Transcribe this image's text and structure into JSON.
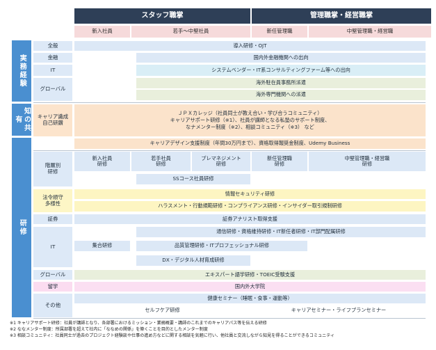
{
  "header": {
    "staff": "スタッフ職掌",
    "management": "管理職掌・経営職掌",
    "new_hire": "新入社員",
    "young_mid": "若手～中堅社員",
    "new_manager": "新任管理職",
    "mid_manager": "中堅管理職・経営職"
  },
  "sections": {
    "practical": "実務経験",
    "knowledge": "知の共有",
    "training": "研修"
  },
  "practical": {
    "general_label": "全般",
    "general_bar": "導入研修・OJT",
    "finance_label": "金融",
    "finance_bar": "国内外金融機関への出向",
    "it_label": "IT",
    "it_bar": "システムベンダー・IT系コンサルティングファーム等への出向",
    "global_label": "グローバル",
    "global_bar1": "海外駐在員事務所派遣",
    "global_bar2": "海外専門機関への派遣"
  },
  "knowledge": {
    "label": "キャリア識成\n自己研鑽",
    "line1": "ＪＰＸカレッジ（社員同士が教え合い・学び合うコミュニティ）",
    "line2": "キャリアサポート研修（※1）、社員が講師となる私塾のサポート制度、",
    "line3": "なナメンター制度（※2）、相談コミュニティ（※3） など",
    "bar2": "キャリアデザイン支援制度（年間30万円まで）、資格取得報奨金制度、Udemy Business"
  },
  "training": {
    "tier_label": "階層別\n研修",
    "tier_new": "新入社員\n研修",
    "tier_young": "若手社員\n研修",
    "tier_pre": "プレマネジメント\n研修",
    "tier_newmgr": "新任管理職\n研修",
    "tier_midmgr": "中堅管理職・経営職\n研修",
    "ss_course": "SSコース社員研修",
    "compliance_label": "法令順守\n多様性",
    "infosec": "情報セキュリティ研修",
    "harassment": "ハラスメント・行動規範研修・コンプライアンス研修・インサイダー取引規制研修",
    "securities_label": "証券",
    "securities_bar": "証券アナリスト取得支援",
    "it_label": "IT",
    "it_bar1": "通信研修・資格維持研修・IT新任者研修・IT部門配属研修",
    "it_group": "集合研修",
    "it_bar2": "品質管理研修・ITプロフェッショナル研修",
    "it_bar3": "DX・デジタル人材育成研修",
    "global_label": "グローバル",
    "global_bar": "エキスパート語学研修・TOEIC受験支援",
    "study_label": "留学",
    "study_bar": "国内外大学院",
    "other_label": "その他",
    "other_bar1": "健康セミナー（睡眠・食事・運動等）",
    "other_bar2": "セルフケア研修",
    "other_bar3": "キャリアセミナー・ライフプランセミナー"
  },
  "notes": {
    "n1": "※1 キャリアサポート研修：社員が講師となり、各部署におけるミッション・業務概要・講師のこれまでのキャリアパス等を伝える研修",
    "n2": "※2 ななメンター制度：所属部署を超えて社内に「ななめの関係」を築くことを目的としたメンター制度",
    "n3": "※3 相談コミュニティ：社員同士が過去のプロジェクト経験談や仕事の進め方などに関する相談を気軽に行い、他社員と交流しながら知見を得ることができるコミュニティ"
  }
}
